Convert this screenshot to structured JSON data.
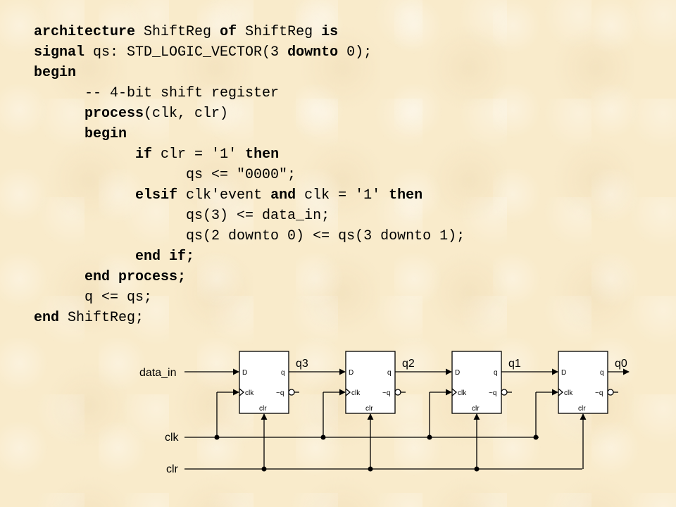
{
  "code_lines": [
    [
      {
        "t": "architecture",
        "k": true
      },
      {
        "t": " ShiftReg ",
        "k": false
      },
      {
        "t": "of",
        "k": true
      },
      {
        "t": " ShiftReg ",
        "k": false
      },
      {
        "t": "is",
        "k": true
      }
    ],
    [
      {
        "t": "signal",
        "k": true
      },
      {
        "t": " qs: STD_LOGIC_VECTOR(3 ",
        "k": false
      },
      {
        "t": "downto",
        "k": true
      },
      {
        "t": " 0);",
        "k": false
      }
    ],
    [
      {
        "t": "begin",
        "k": true
      }
    ],
    [
      {
        "t": "      -- 4-bit shift register",
        "k": false
      }
    ],
    [
      {
        "t": "      ",
        "k": false
      },
      {
        "t": "process",
        "k": true
      },
      {
        "t": "(clk, clr)",
        "k": false
      }
    ],
    [
      {
        "t": "      ",
        "k": false
      },
      {
        "t": "begin",
        "k": true
      }
    ],
    [
      {
        "t": "            ",
        "k": false
      },
      {
        "t": "if",
        "k": true
      },
      {
        "t": " clr = '1' ",
        "k": false
      },
      {
        "t": "then",
        "k": true
      }
    ],
    [
      {
        "t": "                  qs <= \"0000\";",
        "k": false
      }
    ],
    [
      {
        "t": "            ",
        "k": false
      },
      {
        "t": "elsif",
        "k": true
      },
      {
        "t": " clk'event ",
        "k": false
      },
      {
        "t": "and",
        "k": true
      },
      {
        "t": " clk = '1' ",
        "k": false
      },
      {
        "t": "then",
        "k": true
      }
    ],
    [
      {
        "t": "                  qs(3) <= data_in;",
        "k": false
      }
    ],
    [
      {
        "t": "                  qs(2 downto 0) <= qs(3 downto 1);",
        "k": false
      }
    ],
    [
      {
        "t": "            ",
        "k": false
      },
      {
        "t": "end if;",
        "k": true
      }
    ],
    [
      {
        "t": "      ",
        "k": false
      },
      {
        "t": "end process;",
        "k": true
      }
    ],
    [
      {
        "t": "      q <= qs;",
        "k": false
      }
    ],
    [
      {
        "t": "end",
        "k": true
      },
      {
        "t": " ShiftReg;",
        "k": false
      }
    ]
  ],
  "circuit": {
    "inputs": {
      "data": "data_in",
      "clk": "clk",
      "clr": "clr"
    },
    "flip_flops": [
      {
        "id": "ff3",
        "out": "q3",
        "pin_d": "D",
        "pin_q": "q",
        "pin_clk": "clk",
        "pin_nq": "~q",
        "pin_clr": "clr"
      },
      {
        "id": "ff2",
        "out": "q2",
        "pin_d": "D",
        "pin_q": "q",
        "pin_clk": "clk",
        "pin_nq": "~q",
        "pin_clr": "clr"
      },
      {
        "id": "ff1",
        "out": "q1",
        "pin_d": "D",
        "pin_q": "q",
        "pin_clk": "clk",
        "pin_nq": "~q",
        "pin_clr": "clr"
      },
      {
        "id": "ff0",
        "out": "q0",
        "pin_d": "D",
        "pin_q": "q",
        "pin_clk": "clk",
        "pin_nq": "~q",
        "pin_clr": "clr"
      }
    ]
  }
}
